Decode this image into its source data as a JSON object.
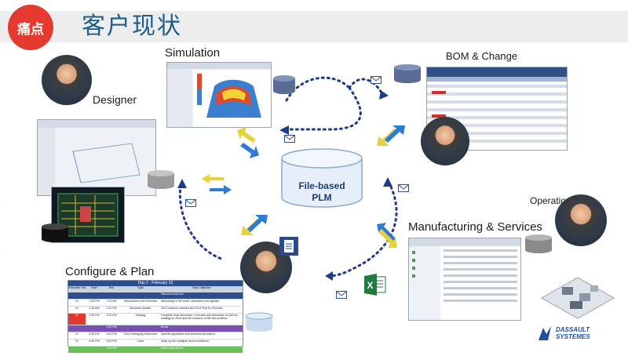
{
  "header": {
    "badge": "痛点",
    "title": "客户现状"
  },
  "labels": {
    "simulation": "Simulation",
    "bom": "BOM & Change",
    "designer": "Designer",
    "operations": "Operations",
    "manufacturing": "Manufacturing & Services",
    "configure": "Configure & Plan",
    "plm_line1": "File-based",
    "plm_line2": "PLM"
  },
  "schedule": {
    "title": "Day 1 - February 10",
    "headers": [
      "Execution Order",
      "Start",
      "End",
      "Topic",
      "Main Objective"
    ],
    "rows": [
      [
        "",
        "",
        "",
        "",
        "Welcome and Intro"
      ],
      [
        "01",
        "1:00 PM",
        "1:30 AM",
        "Introductions and Overview",
        "Welcoming in the event, objectives and logistics"
      ],
      [
        "01",
        "1:45 AM",
        "2:30 PM",
        "Business Update",
        "2013 Lessons Learned and 2014 Plan for Success"
      ],
      [
        "01",
        "2:30 PM",
        "4:30 PM",
        "Strategy",
        "Complete level discussion: Overview and discussion of Dell Inc strategy for 2015 and the evolution of the new portfolio"
      ],
      [
        "",
        "",
        "4:30 PM",
        "",
        "Break"
      ],
      [
        "01",
        "4:30 PM",
        "5:30 PM",
        "2014 Packaging Discussion",
        "Specific application and technical discussion"
      ],
      [
        "01",
        "5:30 PM",
        "6:00 PM",
        "Close",
        "Wrap up the configure and commitment"
      ],
      [
        "",
        "",
        "6:30 PM",
        "",
        "Networking Dinner"
      ]
    ]
  },
  "logo": {
    "line1": "DASSAULT",
    "line2": "SYSTEMES"
  },
  "colors": {
    "badge": "#e53a2f",
    "title": "#1c5d87",
    "dotted": "#1f3a8a",
    "arrow_blue": "#2e7bd6",
    "arrow_yellow": "#e8d23a",
    "db": "#5a6b95",
    "excel": "#1f7a3f"
  }
}
